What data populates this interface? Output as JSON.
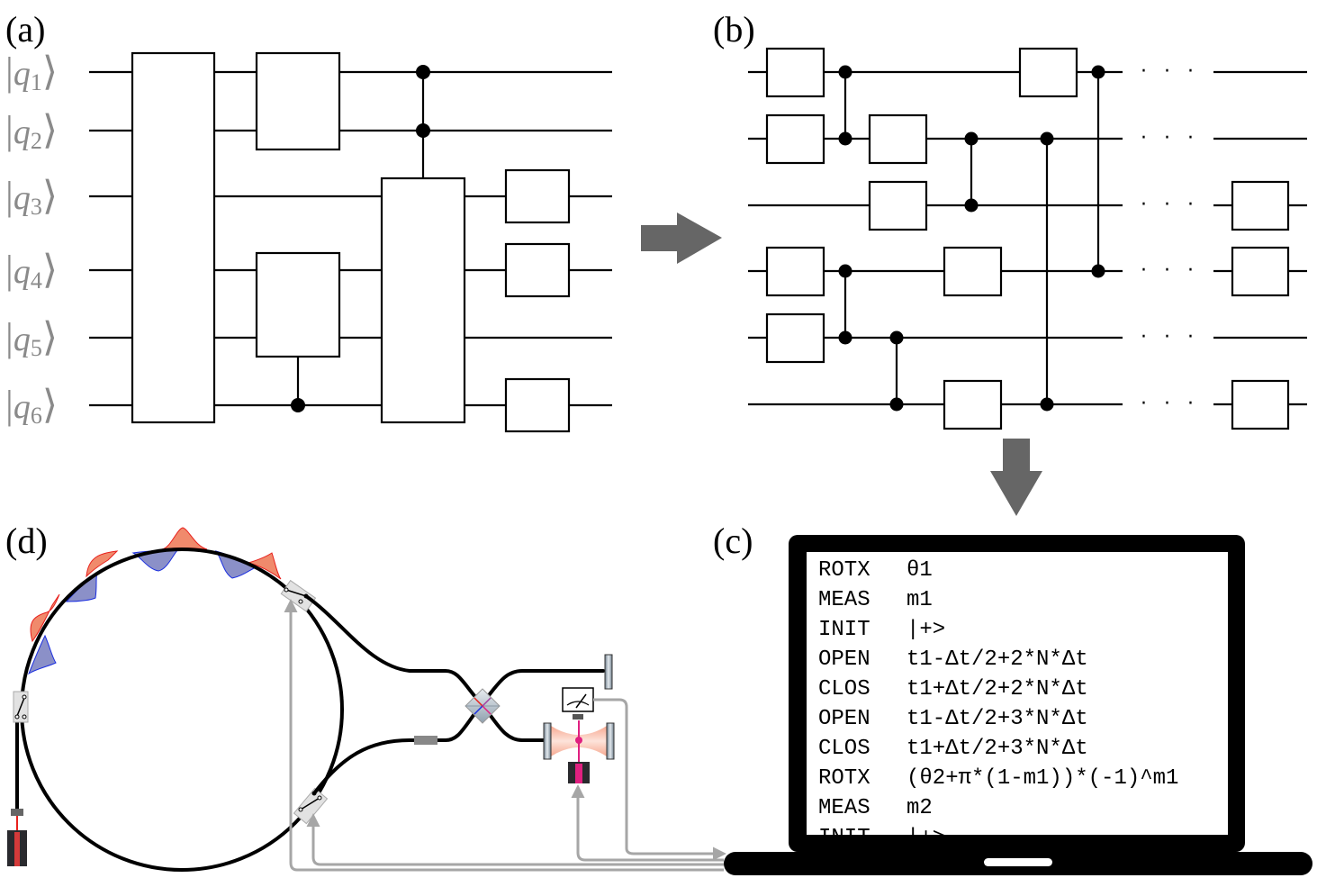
{
  "panels": {
    "a": {
      "label": "(a)",
      "title": "Logical quantum circuit"
    },
    "b": {
      "label": "(b)",
      "title": "Compiled circuit with nearest-neighbour / native gates"
    },
    "c": {
      "label": "(c)",
      "title": "Control computer instruction list"
    },
    "d": {
      "label": "(d)",
      "title": "Fiber-loop photonic hardware"
    }
  },
  "circuit_a": {
    "qubits": [
      {
        "name": "q",
        "index": "1"
      },
      {
        "name": "q",
        "index": "2"
      },
      {
        "name": "q",
        "index": "3"
      },
      {
        "name": "q",
        "index": "4"
      },
      {
        "name": "q",
        "index": "5"
      },
      {
        "name": "q",
        "index": "6"
      }
    ],
    "gates": [
      {
        "type": "multi",
        "qubits": [
          1,
          6
        ],
        "column": 1
      },
      {
        "type": "multi",
        "qubits": [
          1,
          2
        ],
        "column": 2
      },
      {
        "type": "multi-controlled",
        "qubits": [
          4,
          5
        ],
        "control": 6,
        "column": 2
      },
      {
        "type": "multi-controlled",
        "qubits": [
          3,
          6
        ],
        "controls": [
          1,
          2
        ],
        "column": 3
      },
      {
        "type": "single",
        "qubits": [
          3
        ],
        "column": 4
      },
      {
        "type": "single",
        "qubits": [
          4
        ],
        "column": 4
      },
      {
        "type": "single",
        "qubits": [
          6
        ],
        "column": 4
      }
    ]
  },
  "circuit_b": {
    "wire_count": 6,
    "ellipsis": "· · ·",
    "single_gates": [
      {
        "qubit": 1,
        "column": 1
      },
      {
        "qubit": 2,
        "column": 1
      },
      {
        "qubit": 4,
        "column": 1
      },
      {
        "qubit": 5,
        "column": 1
      },
      {
        "qubit": 2,
        "column": 2
      },
      {
        "qubit": 3,
        "column": 2
      },
      {
        "qubit": 4,
        "column": 3
      },
      {
        "qubit": 6,
        "column": 3
      },
      {
        "qubit": 1,
        "column": 4
      },
      {
        "qubit": 3,
        "column": 6
      },
      {
        "qubit": 4,
        "column": 6
      },
      {
        "qubit": 6,
        "column": 6
      }
    ],
    "cz_gates": [
      {
        "qubits": [
          1,
          2
        ],
        "slot": "after-col1"
      },
      {
        "qubits": [
          4,
          5
        ],
        "slot": "after-col1"
      },
      {
        "qubits": [
          5,
          6
        ],
        "slot": "after-col1b"
      },
      {
        "qubits": [
          2,
          3
        ],
        "slot": "after-col2"
      },
      {
        "qubits": [
          2,
          6
        ],
        "slot": "after-col3"
      },
      {
        "qubits": [
          1,
          4
        ],
        "slot": "after-col4"
      }
    ]
  },
  "arrows": {
    "a_to_b": "right-arrow",
    "b_to_c": "down-arrow",
    "color": "#666666"
  },
  "computer": {
    "icon": "laptop-icon",
    "program": [
      {
        "op": "ROTX",
        "arg": "θ1"
      },
      {
        "op": "MEAS",
        "arg": "m1"
      },
      {
        "op": "INIT",
        "arg": "|+>"
      },
      {
        "op": "OPEN",
        "arg": "t1-Δt/2+2*N*Δt"
      },
      {
        "op": "CLOS",
        "arg": "t1+Δt/2+2*N*Δt"
      },
      {
        "op": "OPEN",
        "arg": "t1-Δt/2+3*N*Δt"
      },
      {
        "op": "CLOS",
        "arg": "t1+Δt/2+3*N*Δt"
      },
      {
        "op": "ROTX",
        "arg": "(θ2+π*(1-m1))*(-1)^m1"
      },
      {
        "op": "MEAS",
        "arg": "m2"
      },
      {
        "op": "INIT",
        "arg": "|+>"
      }
    ]
  },
  "hardware": {
    "components": [
      "laser-source",
      "input-switch",
      "fiber-loop",
      "output-switch",
      "return-switch",
      "phase-modulator",
      "beam-splitter",
      "mirror",
      "atom-cavity",
      "detector",
      "pump-laser"
    ],
    "pulse_colors": {
      "upper": "#f08a6c",
      "upper_edge": "#e8201c",
      "lower": "#8b90c8",
      "lower_edge": "#1a2ee0"
    },
    "control_line_color": "#a6a6a6"
  }
}
